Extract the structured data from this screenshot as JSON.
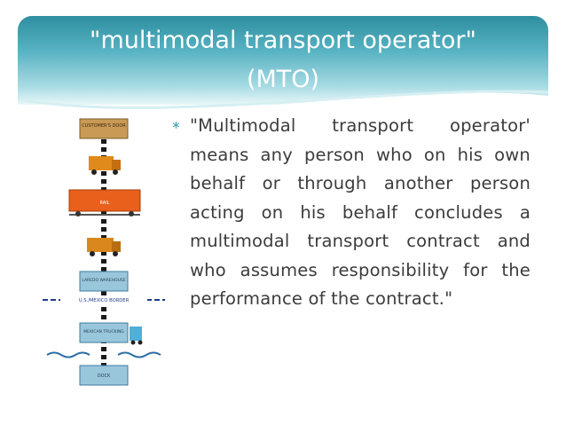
{
  "title": {
    "line1": "\"multimodal transport operator\"",
    "line2": "(MTO)"
  },
  "flow_diagram": {
    "labels": [
      "CUSTOMER'S DOOR",
      "RAIL",
      "LAREDO WAREHOUSE",
      "U.S./MEXICO BORDER",
      "MEXICAN TRUCKING",
      "DOCK"
    ]
  },
  "content": {
    "bullet_symbol": "∗",
    "paragraph": "\"Multimodal transport operator' means any person who on his own behalf or through another person acting on his behalf concludes a multimodal transport contract and who assumes responsibility for the performance of the contract.\""
  },
  "colors": {
    "header_top": "#2e8fa0",
    "title_text": "#ffffff",
    "body_text": "#3c3c3c",
    "bullet": "#4aa6b5"
  }
}
